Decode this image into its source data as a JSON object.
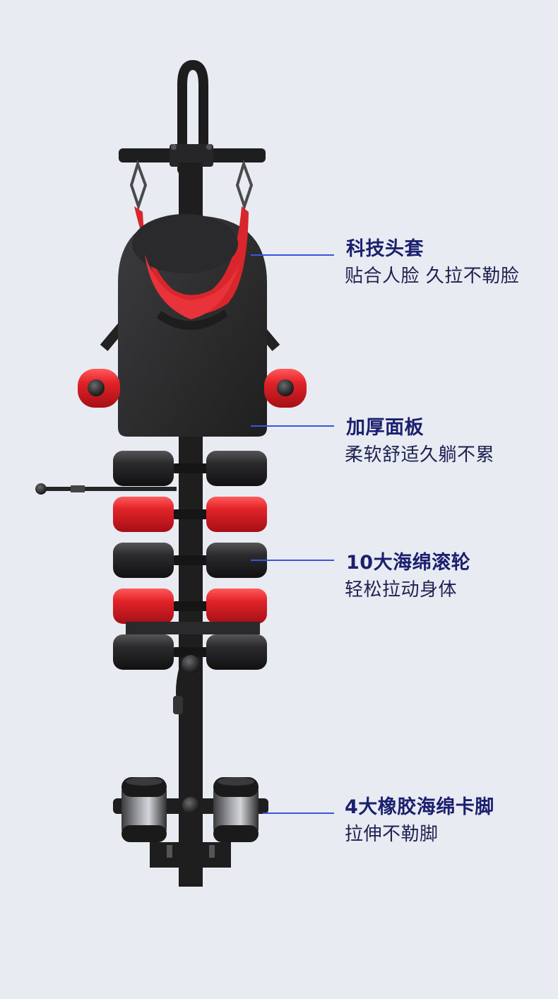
{
  "colors": {
    "background": "#e9ebf2",
    "frame": "#1e1e1f",
    "roller_dark": "#2a2a2c",
    "roller_red": "#e1232b",
    "strap_red": "#d8262c",
    "callout_line": "#3b55d9",
    "title_text": "#1a1f6e"
  },
  "callouts": [
    {
      "title": "科技头套",
      "subtitle": "贴合人脸  久拉不勒脸"
    },
    {
      "title": "加厚面板",
      "subtitle": "柔软舒适久躺不累"
    },
    {
      "title": "10大海绵滚轮",
      "subtitle": "轻松拉动身体"
    },
    {
      "title": "4大橡胶海绵卡脚",
      "subtitle": "拉伸不勒脚"
    }
  ],
  "product": {
    "name": "inversion-table",
    "roller_pairs": [
      {
        "color": "dark"
      },
      {
        "color": "red"
      },
      {
        "color": "dark"
      },
      {
        "color": "red"
      },
      {
        "color": "dark"
      }
    ],
    "side_rollers": 2,
    "foot_clamps": 2
  }
}
